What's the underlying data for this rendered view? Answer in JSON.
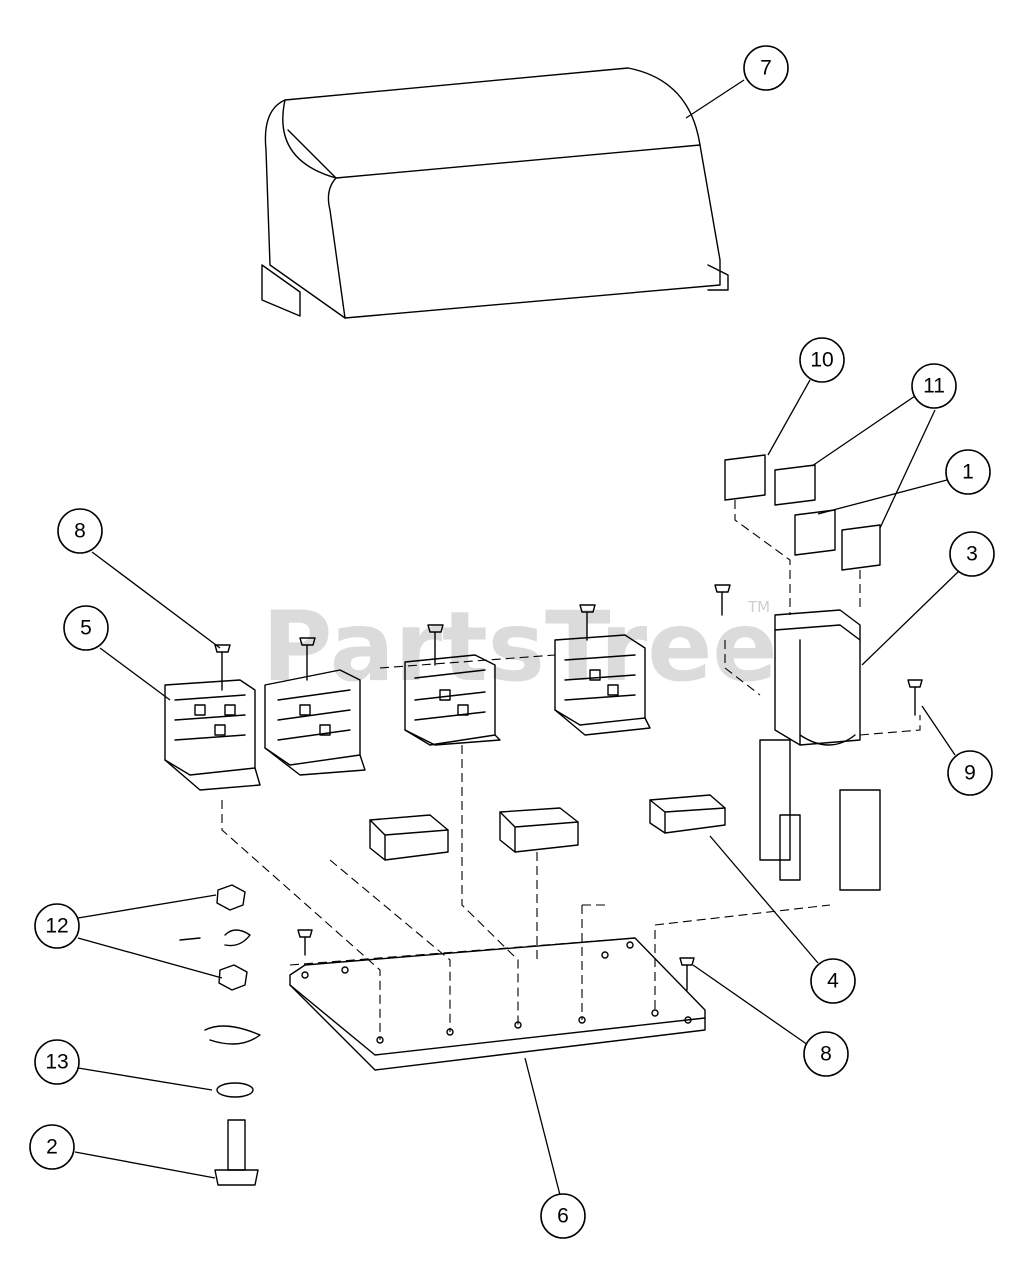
{
  "watermark": {
    "text": "PartsTree",
    "trademark": "TM"
  },
  "callouts": [
    {
      "id": "c7a",
      "label": "7"
    },
    {
      "id": "c10",
      "label": "10"
    },
    {
      "id": "c11",
      "label": "11"
    },
    {
      "id": "c1",
      "label": "1"
    },
    {
      "id": "c3",
      "label": "3"
    },
    {
      "id": "c8a",
      "label": "8"
    },
    {
      "id": "c5",
      "label": "5"
    },
    {
      "id": "c9",
      "label": "9"
    },
    {
      "id": "c12",
      "label": "12"
    },
    {
      "id": "c4",
      "label": "4"
    },
    {
      "id": "c8b",
      "label": "8"
    },
    {
      "id": "c13",
      "label": "13"
    },
    {
      "id": "c2",
      "label": "2"
    },
    {
      "id": "c6",
      "label": "6"
    }
  ]
}
